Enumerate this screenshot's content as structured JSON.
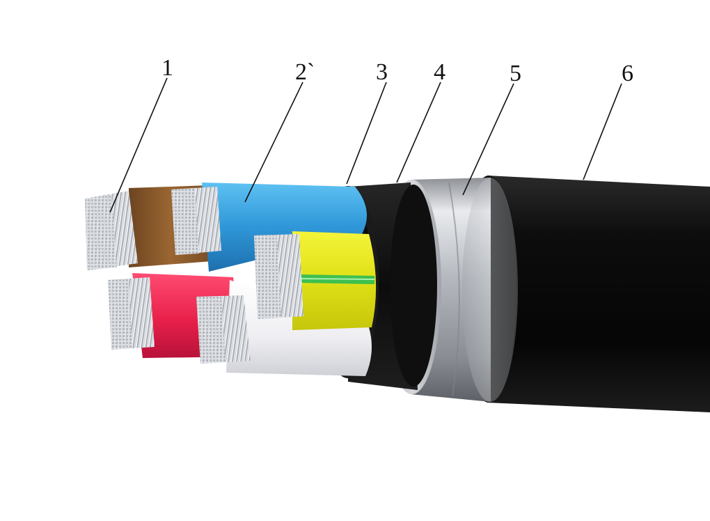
{
  "diagram": {
    "labels": [
      {
        "id": "1",
        "text": "1"
      },
      {
        "id": "2",
        "text": "2`"
      },
      {
        "id": "3",
        "text": "3"
      },
      {
        "id": "4",
        "text": "4"
      },
      {
        "id": "5",
        "text": "5"
      },
      {
        "id": "6",
        "text": "6"
      }
    ]
  },
  "colors": {
    "core_brown": "#8a5a2b",
    "core_blue": "#2f97d8",
    "core_red": "#e8204a",
    "core_yellow": "#e6e619",
    "core_green_stripe": "#3fbf4f",
    "core_white": "#f2f2f4",
    "inner_sheath": "#141414",
    "armor_tape": "#b8bcc2",
    "outer_sheath": "#0b0b0b",
    "conductor": "#d8dbe0"
  }
}
